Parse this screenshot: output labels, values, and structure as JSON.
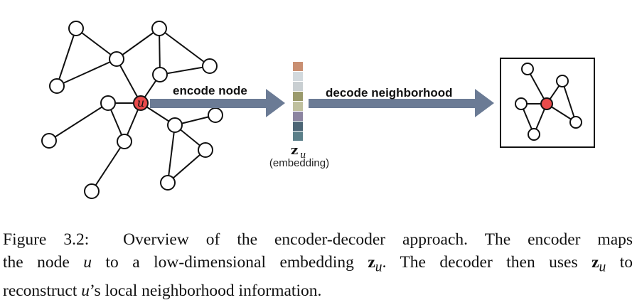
{
  "diagram": {
    "node_label": "u",
    "encode_label": "encode node",
    "decode_label": "decode neighborhood",
    "embedding_symbol": "z",
    "embedding_subscript": "u",
    "embedding_label": "(embedding)",
    "embedding_colors": [
      "#c98f72",
      "#d2d9dd",
      "#c9cfd2",
      "#9a9a6c",
      "#bfc09e",
      "#8b84a0",
      "#4c6575",
      "#5b7f89"
    ],
    "arrow_color": "#6b7b95",
    "highlight_color": "#e84a4a"
  },
  "caption": {
    "prefix": "Figure 3.2:",
    "line1_text": "Overview of the encoder-decoder approach.  The encoder maps",
    "line2_a": "the node ",
    "line2_u": "u",
    "line2_b": " to a low-dimensional embedding ",
    "line2_z": "z",
    "line2_zsub": "u",
    "line2_c": ".  The decoder then uses ",
    "line2_z2": "z",
    "line2_z2sub": "u",
    "line2_d": " to",
    "line3_a": "reconstruct ",
    "line3_u": "u",
    "line3_b": "’s local neighborhood information."
  }
}
